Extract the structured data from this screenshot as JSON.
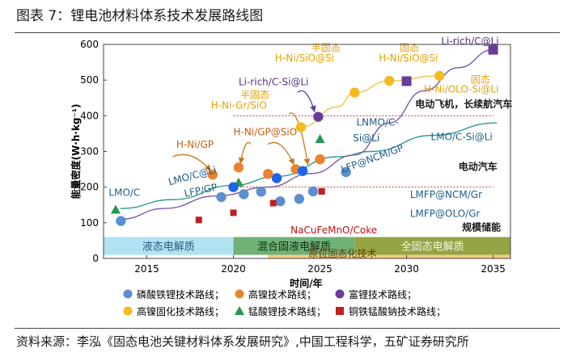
{
  "figure_title": "图表 7：锂电池材料体系技术发展路线图",
  "source_note": "资料来源：李泓《固态电池关键材料体系发展研究》,中国工程科学，五矿证券研究所",
  "colors": {
    "blue": "#5b8fd0",
    "orange": "#e8842f",
    "purple": "#6a3c99",
    "yellow": "#f3bb22",
    "green": "#1f9a4e",
    "red": "#c01f1f",
    "curve": "#7b5aa8",
    "bright_blue": "#1f63e8",
    "dashed_line": "#c0392b",
    "arrow": "#c8761a",
    "band_liquid": "#a8dff0",
    "band_mixed": "#5fa868",
    "band_solid": "#8a9a30",
    "band_bottom": "#f7cb82"
  },
  "chart_data": {
    "type": "scatter",
    "xlabel": "时间/年",
    "ylabel": "能量密度(W·h·kg⁻¹)",
    "xlim": [
      2012.5,
      2036
    ],
    "ylim": [
      0,
      600
    ],
    "xticks": [
      2015,
      2020,
      2025,
      2030,
      2035
    ],
    "yticks": [
      0,
      100,
      200,
      300,
      400,
      500,
      600
    ],
    "reference_lines": [
      400,
      200
    ],
    "series": [
      {
        "name": "磷酸铁锂技术路线",
        "marker": "circle",
        "color": "#5b8fd0",
        "points": [
          [
            2013.5,
            105
          ],
          [
            2019.3,
            172
          ],
          [
            2020.6,
            180
          ],
          [
            2021.6,
            187
          ],
          [
            2022.7,
            160
          ],
          [
            2023.8,
            167
          ],
          [
            2024.6,
            188
          ],
          [
            2026.5,
            242
          ]
        ]
      },
      {
        "name": "高镍技术路线",
        "marker": "circle",
        "color": "#e8842f",
        "points": [
          [
            2018.8,
            235
          ],
          [
            2020.3,
            255
          ],
          [
            2022.0,
            237
          ],
          [
            2023.6,
            250
          ],
          [
            2025.0,
            278
          ]
        ]
      },
      {
        "name": "富锂技术路线",
        "marker": "circle",
        "color": "#6a3c99",
        "points": [
          [
            2024.9,
            397
          ]
        ]
      },
      {
        "name": "高镍固化技术路线",
        "marker": "circle",
        "color": "#f3bb22",
        "points": [
          [
            2023.9,
            368
          ],
          [
            2027.0,
            465
          ],
          [
            2029.0,
            498
          ],
          [
            2031.9,
            512
          ]
        ]
      },
      {
        "name": "锰酸锂技术路线",
        "marker": "triangle",
        "color": "#1f9a4e",
        "points": [
          [
            2013.2,
            137
          ],
          [
            2020.3,
            213
          ],
          [
            2025.0,
            335
          ]
        ]
      },
      {
        "name": "铜铁锰酸钠技术路线",
        "marker": "square",
        "color": "#c01f1f",
        "points": [
          [
            2018.0,
            108
          ],
          [
            2020.0,
            128
          ],
          [
            2022.3,
            155
          ],
          [
            2025.1,
            188
          ]
        ]
      },
      {
        "name": "",
        "marker": "square",
        "color": "#6a3c99",
        "points": [
          [
            2030.0,
            497
          ],
          [
            2035.0,
            585
          ]
        ]
      },
      {
        "name": "",
        "marker": "circle",
        "color": "#1f63e8",
        "points": [
          [
            2020.0,
            200
          ],
          [
            2022.5,
            225
          ],
          [
            2024.0,
            245
          ]
        ]
      }
    ],
    "bands": [
      {
        "label": "液态电解质",
        "x0": 2012.5,
        "x1": 2020.0
      },
      {
        "label": "混合固液电解质",
        "x0": 2020.0,
        "x1": 2027.0
      },
      {
        "label": "全固态电解质",
        "x0": 2027.0,
        "x1": 2036.0
      }
    ],
    "bottom_band_label": "原位固态化技术",
    "annotations": [
      {
        "text": "LMO/C",
        "x": 2012.8,
        "y": 175
      },
      {
        "text": "LMO/C@Li",
        "x": 2016.3,
        "y": 205
      },
      {
        "text": "LFP/GP",
        "x": 2017.2,
        "y": 172
      },
      {
        "text": "H-Ni/GP",
        "x": 2016.7,
        "y": 310
      },
      {
        "text": "H-Ni/GP@SiO",
        "x": 2020.0,
        "y": 345
      },
      {
        "text": "半固态",
        "x": 2020.4,
        "y": 450
      },
      {
        "text": "H-Ni-Gr/SiO",
        "x": 2018.7,
        "y": 420
      },
      {
        "text": "半固态",
        "x": 2024.5,
        "y": 582
      },
      {
        "text": "H-Ni/SiO@Si",
        "x": 2022.4,
        "y": 553
      },
      {
        "text": "Li-rich/C-Si@Li",
        "x": 2020.3,
        "y": 486
      },
      {
        "text": "固态",
        "x": 2029.6,
        "y": 582
      },
      {
        "text": "H-Ni/SiO@Si",
        "x": 2028.4,
        "y": 553
      },
      {
        "text": "Li-rich/C@Li",
        "x": 2032.0,
        "y": 600
      },
      {
        "text": "固态",
        "x": 2033.7,
        "y": 493
      },
      {
        "text": "H-Ni/OLO-Si@Li",
        "x": 2031.0,
        "y": 465
      },
      {
        "text": "电动飞机，长续航汽车",
        "x": 2030.5,
        "y": 423
      },
      {
        "text": "LNMO/C-",
        "x": 2027.1,
        "y": 372
      },
      {
        "text": "Si@Li",
        "x": 2026.9,
        "y": 328
      },
      {
        "text": "LMO/C-Si@Li",
        "x": 2031.4,
        "y": 332
      },
      {
        "text": "LFP@NCM/GP",
        "x": 2026.3,
        "y": 240
      },
      {
        "text": "电动汽车",
        "x": 2033.0,
        "y": 248
      },
      {
        "text": "LMFP@NCM/Gr",
        "x": 2030.2,
        "y": 170
      },
      {
        "text": "LMFP@OLO/Gr",
        "x": 2030.2,
        "y": 117
      },
      {
        "text": "NaCuFeMnO/Coke",
        "x": 2023.3,
        "y": 70
      },
      {
        "text": "规模储能",
        "x": 2033.2,
        "y": 78
      }
    ]
  },
  "legend": {
    "placement": "bottom",
    "items": [
      {
        "label": "磷酸铁锂技术路线；",
        "marker": "circle",
        "color": "#5b8fd0"
      },
      {
        "label": "高镍技术路线；",
        "marker": "circle",
        "color": "#e8842f"
      },
      {
        "label": "富锂技术路线；",
        "marker": "circle",
        "color": "#6a3c99"
      },
      {
        "label": "高镍固化技术路线；",
        "marker": "circle",
        "color": "#f3bb22"
      },
      {
        "label": "锰酸锂技术路线；",
        "marker": "triangle",
        "color": "#1f9a4e"
      },
      {
        "label": "铜铁锰酸钠技术路线；",
        "marker": "square",
        "color": "#c01f1f"
      }
    ]
  }
}
